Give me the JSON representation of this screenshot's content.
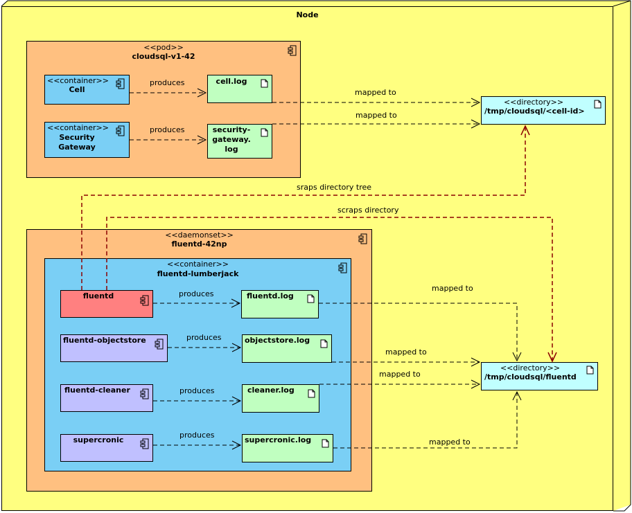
{
  "node": {
    "title": "Node"
  },
  "pod": {
    "stereotype": "<<pod>>",
    "name": "cloudsql-v1-42",
    "containers": [
      {
        "stereotype": "<<container>>",
        "name": "Cell"
      },
      {
        "stereotype": "<<container>>",
        "name_line1": "Security",
        "name_line2": "Gateway"
      }
    ],
    "files": [
      {
        "name": "cell.log"
      },
      {
        "name_line1": "security-",
        "name_line2": "gateway.",
        "name_line3": "log"
      }
    ],
    "edge_labels": [
      "produces",
      "produces"
    ]
  },
  "daemonset": {
    "stereotype": "<<daemonset>>",
    "name": "fluentd-42np",
    "container": {
      "stereotype": "<<container>>",
      "name": "fluentd-lumberjack",
      "components": [
        {
          "name": "fluentd",
          "color": "#ff8080"
        },
        {
          "name": "fluentd-objectstore",
          "color": "#c0c0ff"
        },
        {
          "name": "fluentd-cleaner",
          "color": "#c0c0ff"
        },
        {
          "name": "supercronic",
          "color": "#c0c0ff"
        }
      ],
      "files": [
        {
          "name": "fluentd.log"
        },
        {
          "name": "objectstore.log"
        },
        {
          "name": "cleaner.log"
        },
        {
          "name": "supercronic.log"
        }
      ],
      "edge_labels": [
        "produces",
        "produces",
        "produces",
        "produces"
      ]
    }
  },
  "directories": [
    {
      "stereotype": "<<directory>>",
      "name": "/tmp/cloudsql/<cell-id>"
    },
    {
      "stereotype": "<<directory>>",
      "name": "/tmp/cloudsql/fluentd"
    }
  ],
  "edges": {
    "mapped_to": "mapped to",
    "scraps_tree": "sraps directory tree",
    "scraps_dir": "scraps directory"
  },
  "colors": {
    "node": "#ffff80",
    "pod": "#ffc080",
    "container": "#7acff5",
    "file": "#c0ffc0",
    "directory": "#c0ffff",
    "scrape_edge": "#8b0000"
  }
}
